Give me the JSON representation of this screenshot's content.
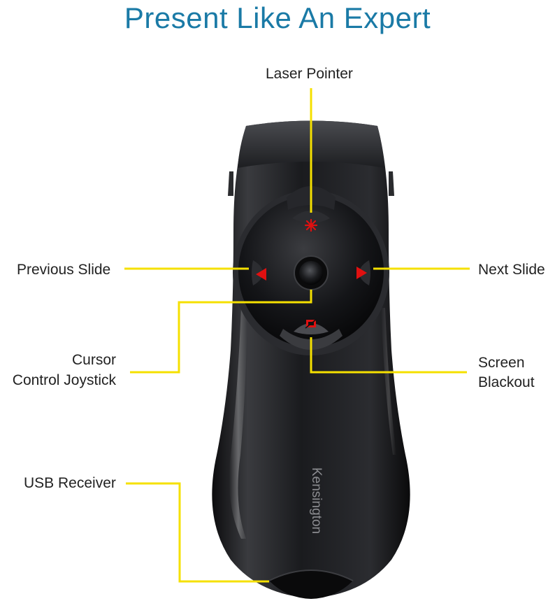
{
  "title": "Present Like An Expert",
  "callouts": {
    "laser_pointer": "Laser Pointer",
    "previous_slide": "Previous Slide",
    "next_slide": "Next Slide",
    "cursor_line1": "Cursor",
    "cursor_line2": "Control Joystick",
    "screen_line1": "Screen",
    "screen_line2": "Blackout",
    "usb_receiver": "USB Receiver"
  },
  "brand": "Kensington",
  "colors": {
    "title": "#1a7aa6",
    "callout_line": "#f5e000",
    "device_body": "#1c1d20",
    "button_red": "#e01010"
  },
  "icons": {
    "laser": "laser-burst-icon",
    "previous": "left-triangle-icon",
    "next": "right-triangle-icon",
    "blackout": "screen-blackout-icon"
  }
}
